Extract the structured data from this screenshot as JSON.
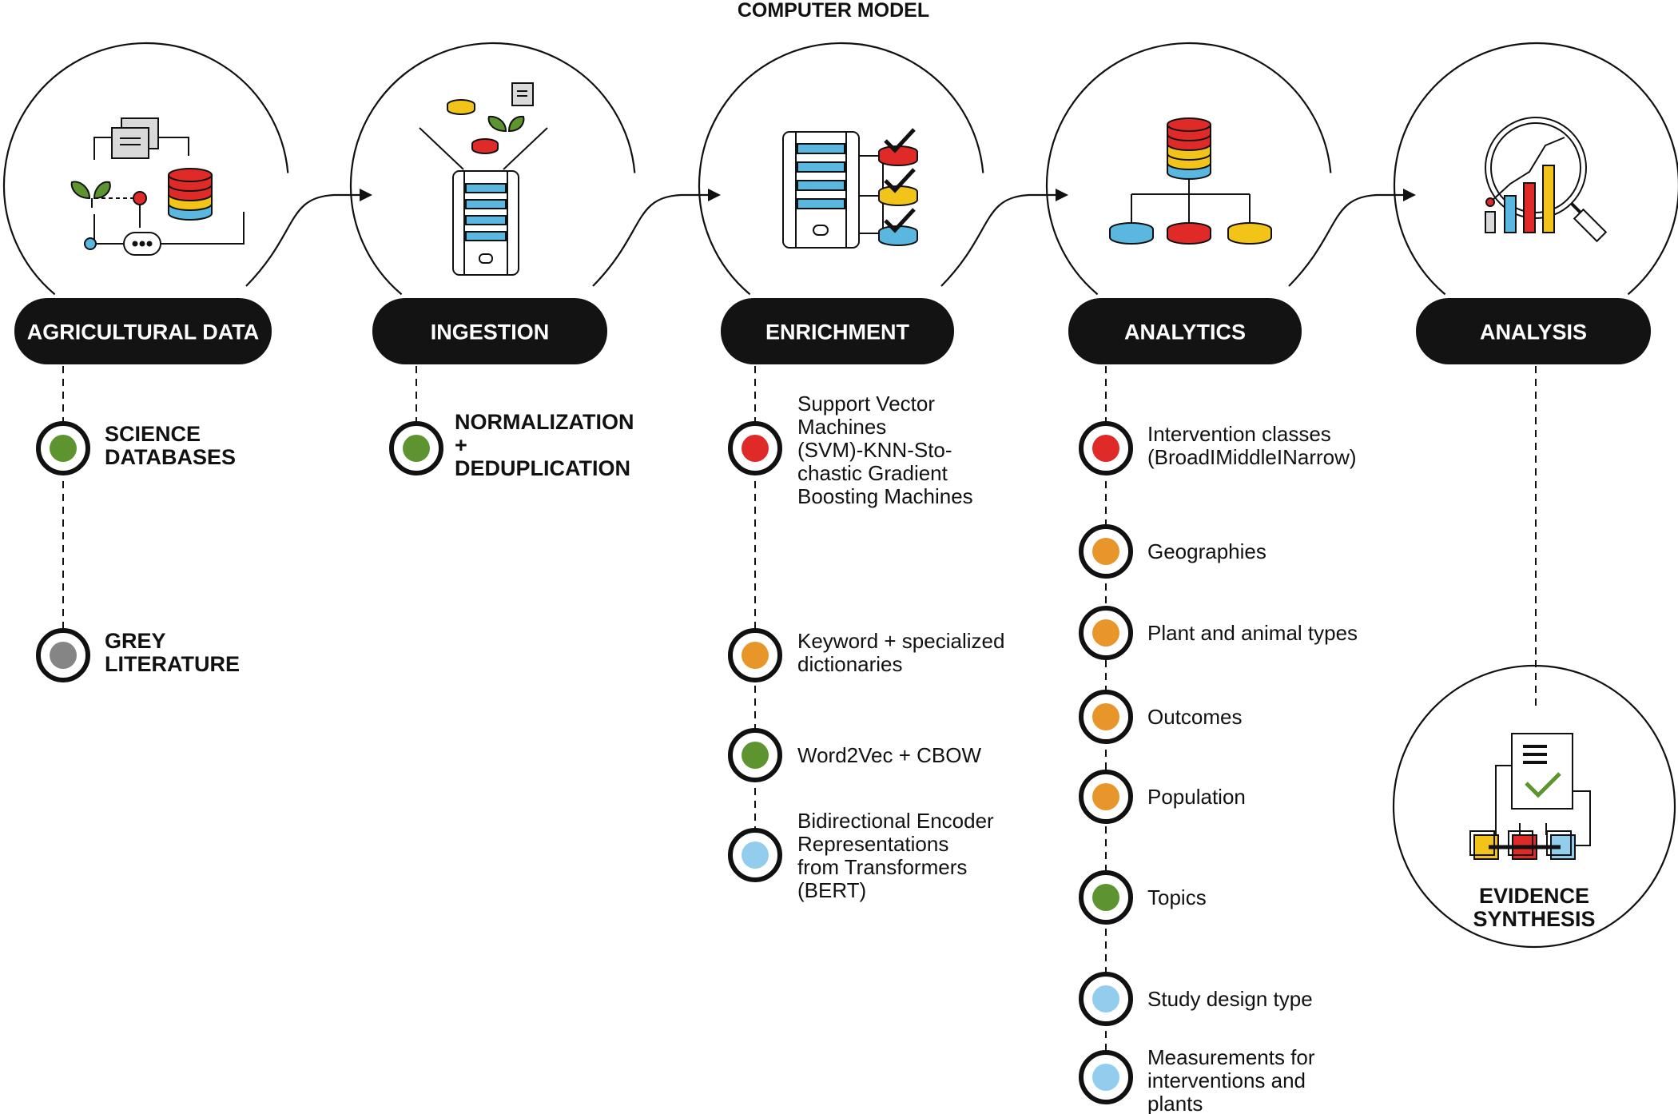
{
  "title": "COMPUTER MODEL",
  "colors": {
    "dark": "#131313",
    "red": "#e02a27",
    "orange": "#e8952a",
    "green": "#5e9430",
    "grey": "#858585",
    "blue": "#92cdee",
    "yellow": "#f2c318",
    "lightblue": "#5ab7e0"
  },
  "stages": [
    {
      "label": "AGRICULTURAL DATA",
      "icon": "agricultural-data-icon",
      "items": [
        {
          "lines": [
            "SCIENCE",
            "DATABASES"
          ],
          "color": "green",
          "bold": true
        },
        {
          "lines": [
            "GREY",
            "LITERATURE"
          ],
          "color": "grey",
          "bold": true
        }
      ]
    },
    {
      "label": "INGESTION",
      "icon": "ingestion-icon",
      "items": [
        {
          "lines": [
            "NORMALIZATION",
            "+",
            "DEDUPLICATION"
          ],
          "color": "green",
          "bold": true
        }
      ]
    },
    {
      "label": "ENRICHMENT",
      "icon": "enrichment-icon",
      "items": [
        {
          "lines": [
            "Support Vector",
            "Machines",
            "(SVM)-KNN-Sto-",
            "chastic Gradient",
            "Boosting Machines"
          ],
          "color": "red",
          "bold": false
        },
        {
          "lines": [
            "Keyword + specialized",
            "dictionaries"
          ],
          "color": "orange",
          "bold": false
        },
        {
          "lines": [
            "Word2Vec + CBOW"
          ],
          "color": "green",
          "bold": false
        },
        {
          "lines": [
            "Bidirectional Encoder",
            "Representations",
            "from Transformers",
            "(BERT)"
          ],
          "color": "blue",
          "bold": false
        }
      ]
    },
    {
      "label": "ANALYTICS",
      "icon": "analytics-icon",
      "items": [
        {
          "lines": [
            "Intervention classes",
            "(BroadIMiddleINarrow)"
          ],
          "color": "red",
          "bold": false
        },
        {
          "lines": [
            "Geographies"
          ],
          "color": "orange",
          "bold": false
        },
        {
          "lines": [
            "Plant and animal types"
          ],
          "color": "orange",
          "bold": false
        },
        {
          "lines": [
            "Outcomes"
          ],
          "color": "orange",
          "bold": false
        },
        {
          "lines": [
            "Population"
          ],
          "color": "orange",
          "bold": false
        },
        {
          "lines": [
            "Topics"
          ],
          "color": "green",
          "bold": false
        },
        {
          "lines": [
            "Study design type"
          ],
          "color": "blue",
          "bold": false
        },
        {
          "lines": [
            "Measurements for",
            "interventions and",
            "plants"
          ],
          "color": "blue",
          "bold": false
        }
      ]
    },
    {
      "label": "ANALYSIS",
      "icon": "analysis-icon",
      "items": []
    }
  ],
  "evidence": {
    "lines": [
      "EVIDENCE",
      "SYNTHESIS"
    ],
    "icon": "evidence-synthesis-icon"
  }
}
